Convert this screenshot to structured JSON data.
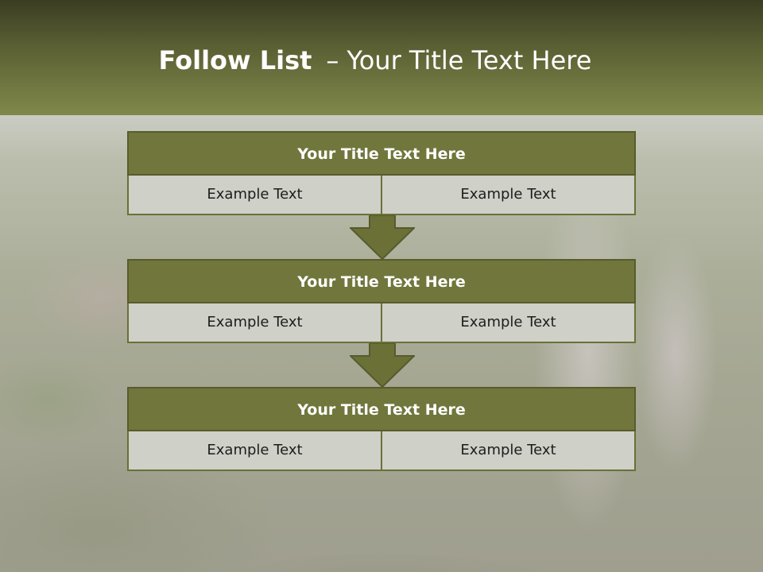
{
  "slide": {
    "title_bold": "Follow List",
    "title_dash": "–",
    "title_rest": "Your Title Text Here",
    "blocks": [
      {
        "title": "Your Title Text Here",
        "left": "Example Text",
        "right": "Example Text"
      },
      {
        "title": "Your Title Text Here",
        "left": "Example Text",
        "right": "Example Text"
      },
      {
        "title": "Your Title Text Here",
        "left": "Example Text",
        "right": "Example Text"
      }
    ]
  },
  "colors": {
    "header_dark": "#3b3d22",
    "header_light": "#80884a",
    "block_title_bg": "#71763c",
    "cell_bg": "#cfd0c8",
    "arrow": "#6b7037"
  }
}
